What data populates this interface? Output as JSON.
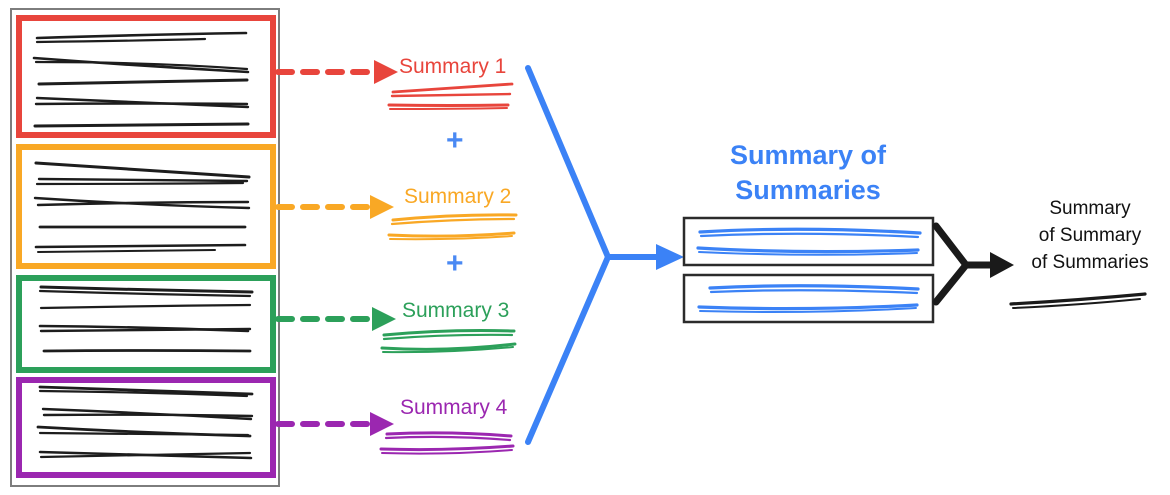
{
  "diagram": {
    "title": "Hierarchical summarization pipeline",
    "colors": {
      "red": "#e8453c",
      "yellow": "#f9a825",
      "green": "#2ca05a",
      "purple": "#9b27b0",
      "blue": "#3b82f6",
      "black": "#1a1a1a",
      "gray": "#888888"
    },
    "source_document": {
      "name": "source-document",
      "chunks": [
        {
          "label": "chunk-1",
          "color": "#e8453c",
          "line_count": 5
        },
        {
          "label": "chunk-2",
          "color": "#f9a825",
          "line_count": 5
        },
        {
          "label": "chunk-3",
          "color": "#2ca05a",
          "line_count": 4
        },
        {
          "label": "chunk-4",
          "color": "#9b27b0",
          "line_count": 4
        }
      ]
    },
    "summaries": [
      {
        "label": "Summary 1",
        "color": "#e8453c",
        "line_count": 2
      },
      {
        "label": "Summary 2",
        "color": "#f9a825",
        "line_count": 2
      },
      {
        "label": "Summary 3",
        "color": "#2ca05a",
        "line_count": 2
      },
      {
        "label": "Summary 4",
        "color": "#9b27b0",
        "line_count": 2
      }
    ],
    "operators": {
      "plus_1": "+",
      "plus_2": "+"
    },
    "summary_of_summaries": {
      "title_line_1": "Summary of",
      "title_line_2": "Summaries",
      "color": "#3b82f6",
      "boxes": [
        {
          "name": "sos-box-1",
          "line_count": 2
        },
        {
          "name": "sos-box-2",
          "line_count": 2
        }
      ]
    },
    "final_output": {
      "line_1": "Summary",
      "line_2": "of Summary",
      "line_3": "of Summaries",
      "color": "#111111"
    }
  }
}
